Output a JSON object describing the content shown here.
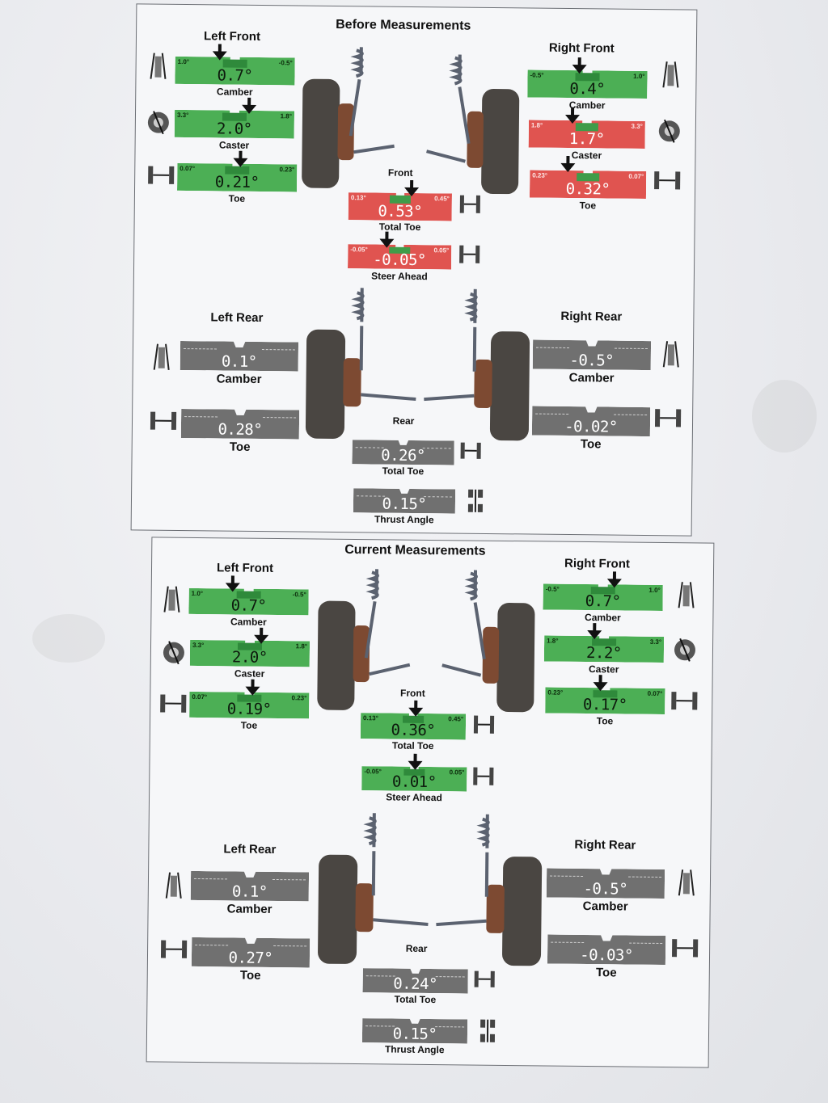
{
  "before": {
    "title": "Before Measurements",
    "left_front": "Left Front",
    "right_front": "Right Front",
    "left_rear": "Left Rear",
    "right_rear": "Right Rear",
    "front": "Front",
    "rear": "Rear",
    "gauges": {
      "lf_camber": {
        "value": "0.7°",
        "label": "Camber",
        "min": "1.0°",
        "max": "-0.5°"
      },
      "lf_caster": {
        "value": "2.0°",
        "label": "Caster",
        "min": "3.3°",
        "max": "1.8°"
      },
      "lf_toe": {
        "value": "0.21°",
        "label": "Toe",
        "min": "0.07°",
        "max": "0.23°"
      },
      "rf_camber": {
        "value": "0.4°",
        "label": "Camber",
        "min": "-0.5°",
        "max": "1.0°"
      },
      "rf_caster": {
        "value": "1.7°",
        "label": "Caster",
        "min": "1.8°",
        "max": "3.3°"
      },
      "rf_toe": {
        "value": "0.32°",
        "label": "Toe",
        "min": "0.23°",
        "max": "0.07°"
      },
      "total_toe": {
        "value": "0.53°",
        "label": "Total Toe",
        "min": "0.13°",
        "max": "0.45°"
      },
      "steer_ahead": {
        "value": "-0.05°",
        "label": "Steer Ahead",
        "min": "-0.05°",
        "max": "0.05°"
      },
      "lr_camber": {
        "value": "0.1°",
        "label": "Camber"
      },
      "lr_toe": {
        "value": "0.28°",
        "label": "Toe"
      },
      "rr_camber": {
        "value": "-0.5°",
        "label": "Camber"
      },
      "rr_toe": {
        "value": "-0.02°",
        "label": "Toe"
      },
      "rear_total_toe": {
        "value": "0.26°",
        "label": "Total Toe"
      },
      "thrust_angle": {
        "value": "0.15°",
        "label": "Thrust Angle"
      }
    }
  },
  "current": {
    "title": "Current Measurements",
    "left_front": "Left Front",
    "right_front": "Right Front",
    "left_rear": "Left Rear",
    "right_rear": "Right Rear",
    "front": "Front",
    "rear": "Rear",
    "gauges": {
      "lf_camber": {
        "value": "0.7°",
        "label": "Camber",
        "min": "1.0°",
        "max": "-0.5°"
      },
      "lf_caster": {
        "value": "2.0°",
        "label": "Caster",
        "min": "3.3°",
        "max": "1.8°"
      },
      "lf_toe": {
        "value": "0.19°",
        "label": "Toe",
        "min": "0.07°",
        "max": "0.23°"
      },
      "rf_camber": {
        "value": "0.7°",
        "label": "Camber",
        "min": "-0.5°",
        "max": "1.0°"
      },
      "rf_caster": {
        "value": "2.2°",
        "label": "Caster",
        "min": "1.8°",
        "max": "3.3°"
      },
      "rf_toe": {
        "value": "0.17°",
        "label": "Toe",
        "min": "0.23°",
        "max": "0.07°"
      },
      "total_toe": {
        "value": "0.36°",
        "label": "Total Toe",
        "min": "0.13°",
        "max": "0.45°"
      },
      "steer_ahead": {
        "value": "0.01°",
        "label": "Steer Ahead",
        "min": "-0.05°",
        "max": "0.05°"
      },
      "lr_camber": {
        "value": "0.1°",
        "label": "Camber"
      },
      "lr_toe": {
        "value": "0.27°",
        "label": "Toe"
      },
      "rr_camber": {
        "value": "-0.5°",
        "label": "Camber"
      },
      "rr_toe": {
        "value": "-0.03°",
        "label": "Toe"
      },
      "rear_total_toe": {
        "value": "0.24°",
        "label": "Total Toe"
      },
      "thrust_angle": {
        "value": "0.15°",
        "label": "Thrust Angle"
      }
    }
  },
  "colors": {
    "in_spec": "#4caf55",
    "out_of_spec": "#e05450",
    "no_spec": "#707070"
  }
}
